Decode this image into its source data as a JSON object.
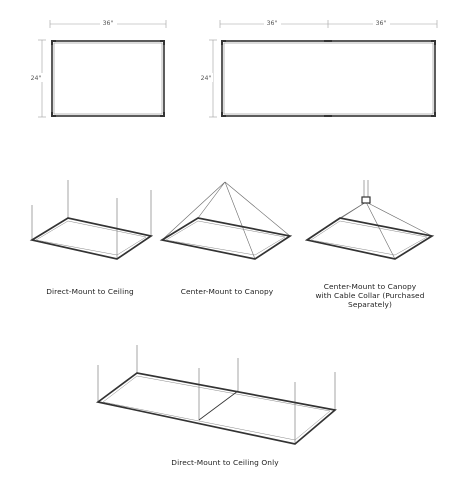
{
  "colors": {
    "frame": "#3a3a3a",
    "dimension": "#9a9a9a",
    "cable": "#6a6a6a"
  },
  "plan_views": [
    {
      "width_labels": [
        "36\""
      ],
      "height_label": "24\""
    },
    {
      "width_labels": [
        "36\"",
        "36\""
      ],
      "height_label": "24\""
    }
  ],
  "captions": {
    "direct_mount": "Direct-Mount to Ceiling",
    "center_mount": "Center-Mount to Canopy",
    "center_mount_collar_line1": "Center-Mount to Canopy",
    "center_mount_collar_line2": "with Cable Collar (Purchased",
    "center_mount_collar_line3": "Separately)",
    "direct_mount_only": "Direct-Mount to Ceiling Only"
  }
}
